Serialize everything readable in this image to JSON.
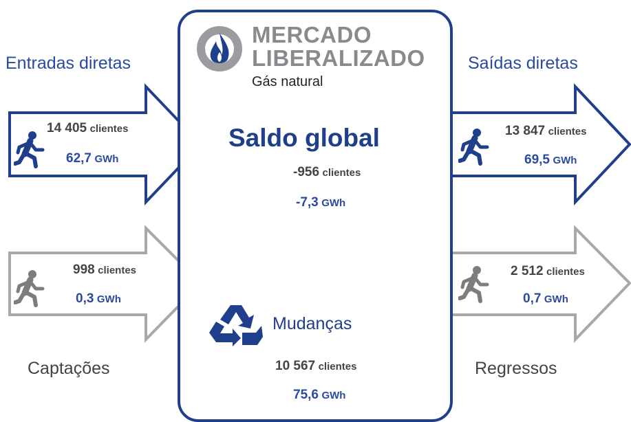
{
  "logo": {
    "line1": "MERCADO",
    "line2": "LIBERALIZADO",
    "line3": "Gás natural"
  },
  "left_top": {
    "title": "Entradas diretas",
    "clients_value": "14 405",
    "clients_unit": "clientes",
    "energy_value": "62,7",
    "energy_unit": "GWh"
  },
  "left_bottom": {
    "title": "Captações",
    "clients_value": "998",
    "clients_unit": "clientes",
    "energy_value": "0,3",
    "energy_unit": "GWh"
  },
  "right_top": {
    "title": "Saídas diretas",
    "clients_value": "13 847",
    "clients_unit": "clientes",
    "energy_value": "69,5",
    "energy_unit": "GWh"
  },
  "right_bottom": {
    "title": "Regressos",
    "clients_value": "2 512",
    "clients_unit": "clientes",
    "energy_value": "0,7",
    "energy_unit": "GWh"
  },
  "saldo": {
    "title": "Saldo global",
    "clients_value": "-956",
    "clients_unit": "clientes",
    "energy_value": "-7,3",
    "energy_unit": "GWh"
  },
  "mudancas": {
    "title": "Mudanças",
    "clients_value": "10 567",
    "clients_unit": "clientes",
    "energy_value": "75,6",
    "energy_unit": "GWh"
  },
  "colors": {
    "blue": "#1f3e8c",
    "grey": "#a8a8a8"
  }
}
